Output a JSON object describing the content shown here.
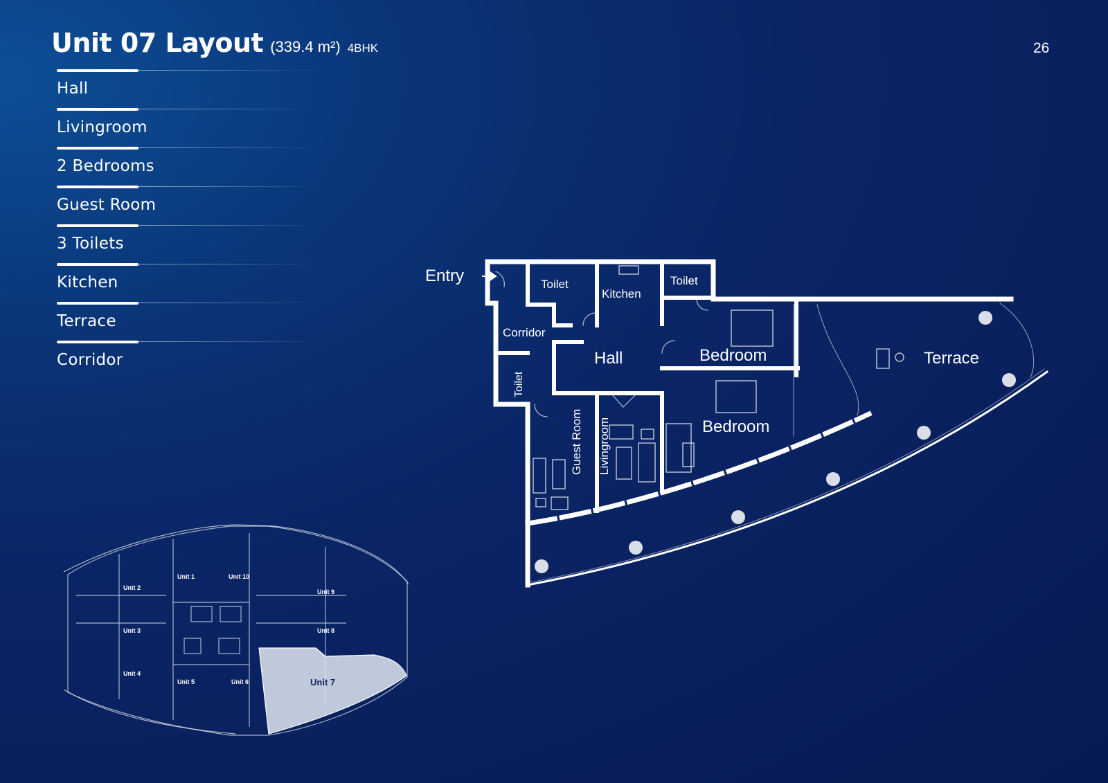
{
  "header": {
    "title": "Unit 07 Layout",
    "area": "(339.4 m²)",
    "type": "4BHK",
    "page_number": "26"
  },
  "features": [
    "Hall",
    "Livingroom",
    "2 Bedrooms",
    "Guest Room",
    "3 Toilets",
    "Kitchen",
    "Terrace",
    "Corridor"
  ],
  "floorplan": {
    "entry": "Entry",
    "rooms": {
      "toilet_1": "Toilet",
      "kitchen": "Kitchen",
      "toilet_2": "Toilet",
      "corridor": "Corridor",
      "hall": "Hall",
      "bedroom_1": "Bedroom",
      "toilet_3": "Toilet",
      "guest_room": "Guest Room",
      "livingroom": "Livingroom",
      "bedroom_2": "Bedroom",
      "terrace": "Terrace"
    }
  },
  "keyplan": {
    "units": [
      "Unit 1",
      "Unit 2",
      "Unit 3",
      "Unit 4",
      "Unit 5",
      "Unit 6",
      "Unit 7",
      "Unit 8",
      "Unit 9",
      "Unit 10"
    ],
    "highlight": "Unit 7"
  }
}
